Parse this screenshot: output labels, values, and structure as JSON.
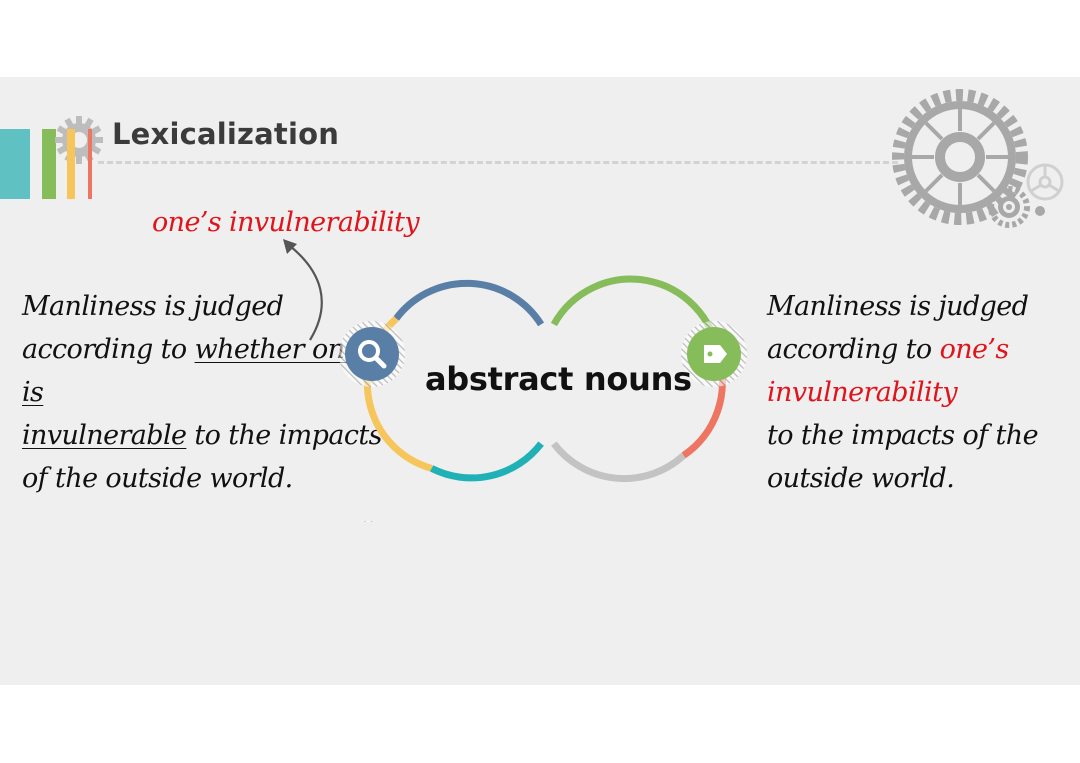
{
  "slide": {
    "title": "Lexicalization",
    "center_label": "abstract nouns",
    "annotation": "one’s invulnerability",
    "left_paragraph": {
      "line1": "Manliness is judged",
      "line2_prefix": "according to ",
      "line2_underlined": "whether one is",
      "line3_underlined": "invulnerable",
      "line3_suffix": " to the impacts",
      "line4": "of the outside world."
    },
    "right_paragraph": {
      "line1": "Manliness is judged",
      "line2_prefix": "according to ",
      "line2_red": "one’s",
      "line3_red": "invulnerability",
      "line4": "to the impacts of the",
      "line5": "outside world."
    }
  },
  "icons": {
    "top_left": "search-icon",
    "top_right": "tag-icon",
    "bottom_left": "info-icon",
    "bottom_right": "wrench-icon",
    "header_gear": "gear-icon"
  },
  "colors": {
    "accent_red": "#e0141b",
    "blue": "#5a7fa6",
    "green": "#86bd5a",
    "teal": "#1fb1b6",
    "yellow": "#f6c65d",
    "salmon": "#ef7563",
    "gray": "#bdbdbd",
    "header_teal": "#5fc1c1"
  }
}
